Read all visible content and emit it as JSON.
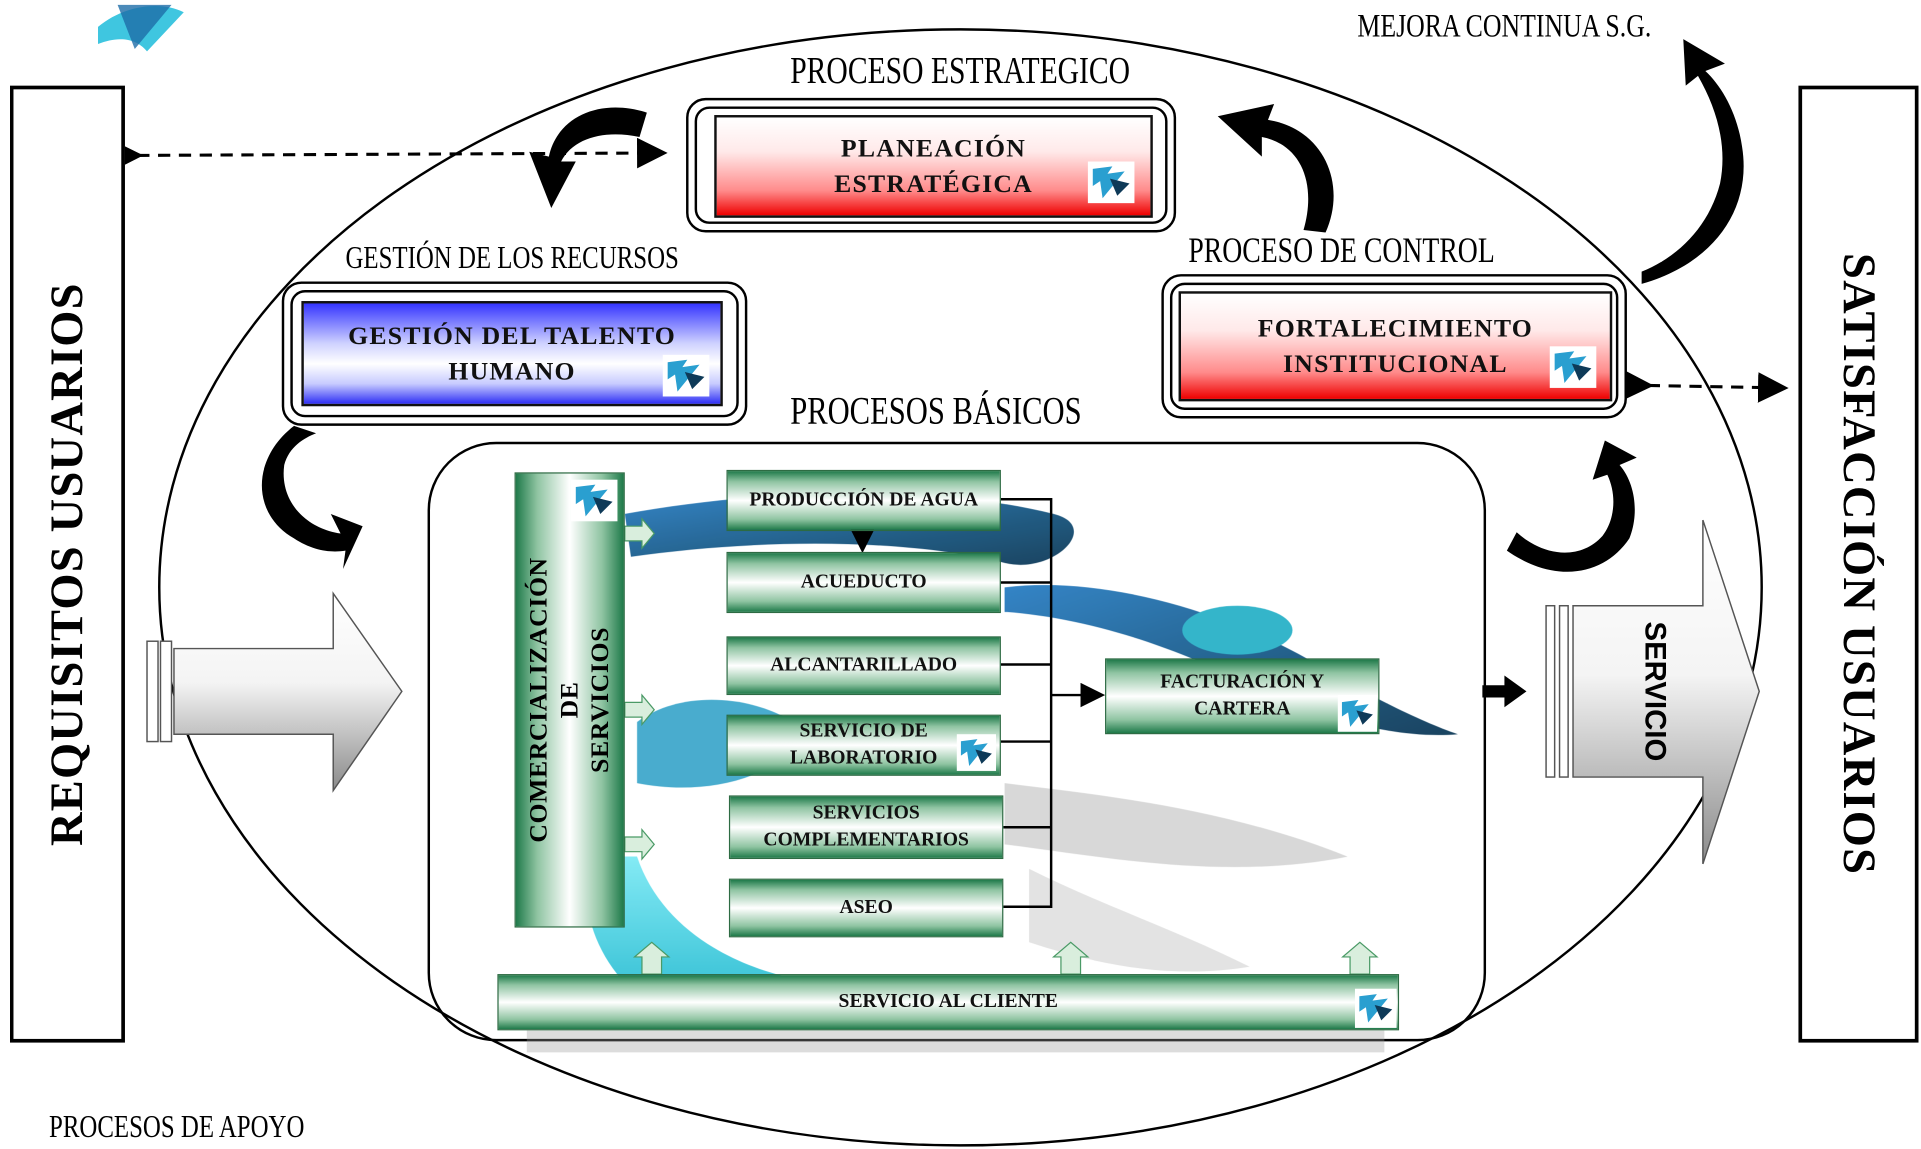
{
  "labels": {
    "mejora": "MEJORA CONTINUA S.G.",
    "proceso_estrategico": "PROCESO ESTRATEGICO",
    "gestion_recursos": "GESTIÓN DE LOS RECURSOS",
    "proceso_control": "PROCESO DE CONTROL",
    "procesos_basicos": "PROCESOS BÁSICOS",
    "procesos_apoyo": "PROCESOS DE APOYO"
  },
  "sides": {
    "requisitos": "REQUISITOS USUARIOS",
    "satisfaccion": "SATISFACCIÓN USUARIOS"
  },
  "boxes": {
    "planeacion": "PLANEACIÓN\nESTRATÉGICA",
    "talento": "GESTIÓN DEL TALENTO\nHUMANO",
    "fortalecimiento": "FORTALECIMIENTO\nINSTITUCIONAL"
  },
  "basicos": {
    "comercializacion": "COMERCIALIZACIÓN DE\nSERVICIOS",
    "produccion": "PRODUCCIÓN DE AGUA",
    "acueducto": "ACUEDUCTO",
    "alcantarillado": "ALCANTARILLADO",
    "laboratorio": "SERVICIO DE\nLABORATORIO",
    "complementarios": "SERVICIOS\nCOMPLEMENTARIOS",
    "aseo": "ASEO",
    "facturacion": "FACTURACIÓN Y\nCARTERA",
    "servicio_cliente": "SERVICIO AL CLIENTE"
  },
  "servicio": "SERVICIO",
  "colors": {
    "process_green": "#1f7a4a",
    "strategic_red": "#ee0000",
    "resources_blue": "#2e2ef5",
    "swirl_blue": "#2a7fc4",
    "swirl_cyan": "#3fd6e8"
  }
}
